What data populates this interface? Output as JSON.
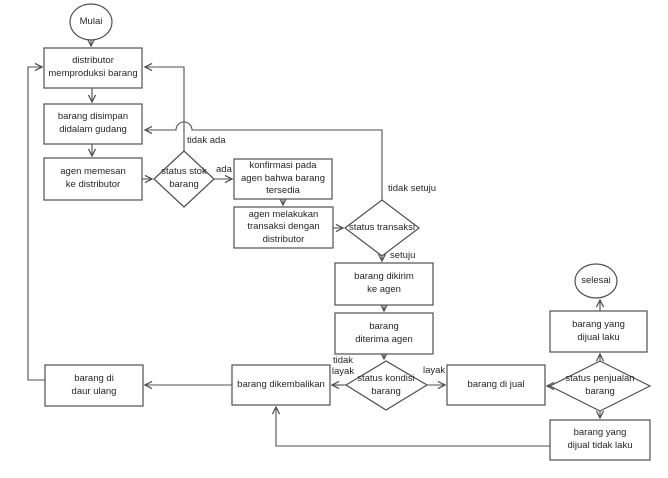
{
  "diagram_type": "flowchart",
  "colors": {
    "background": "#ffffff",
    "node_fill": "#ffffff",
    "stroke": "#4f4f4f",
    "text": "#262626"
  },
  "nodes": {
    "mulai": "Mulai",
    "produksi": "distributor\nmemproduksi barang",
    "gudang": "barang disimpan\ndidalam gudang",
    "pesan": "agen memesan\nke distributor",
    "status_stok": "status stok\nbarang",
    "konfirmasi": "konfirmasi pada\nagen bahwa barang\ntersedia",
    "transaksi_proses": "agen melakukan\ntransaksi dengan\ndistributor",
    "status_transaksi": "status transaksi",
    "kirim": "barang dikirim\nke agen",
    "terima": "barang\nditerima agen",
    "status_kondisi": "status kondisi\nbarang",
    "kembali": "barang dikembalikan",
    "daur_ulang": "barang di\ndaur ulang",
    "jual": "barang di jual",
    "status_penjualan": "status penjualan\nbarang",
    "laku": "barang yang\ndijual laku",
    "tidak_laku": "barang yang\ndijual tidak laku",
    "selesai": "selesai"
  },
  "edge_labels": {
    "tidak_ada": "tidak ada",
    "ada": "ada",
    "tidak_setuju": "tidak setuju",
    "setuju": "setuju",
    "tidak_layak": "tidak\nlayak",
    "layak": "layak"
  }
}
